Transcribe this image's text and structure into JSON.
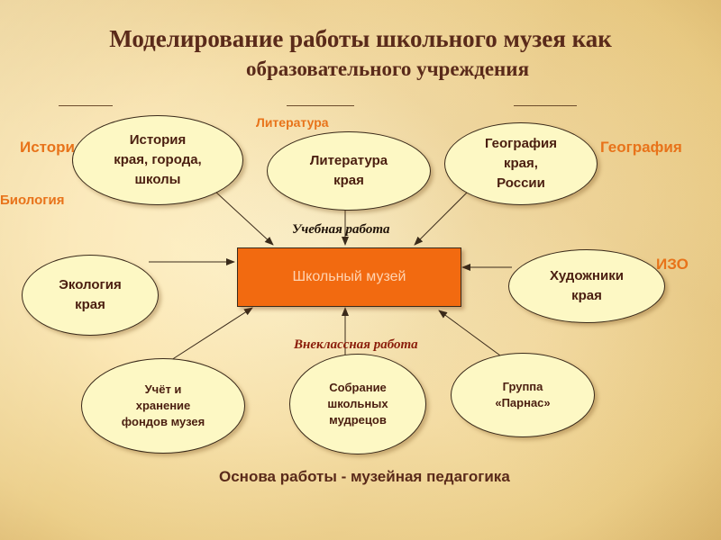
{
  "title": {
    "line1": "Моделирование работы школьного музея как",
    "line2": "образовательного учреждения"
  },
  "subjects": {
    "history": "Истори",
    "literature": "Литература",
    "geography": "География",
    "biology": "Биология",
    "art": "ИЗО"
  },
  "center": {
    "label": "Школьный музей"
  },
  "nodes": {
    "history": "История\nкрая, города,\nшколы",
    "literature": "Литература\nкрая",
    "geography": "География\nкрая,\nРоссии",
    "ecology": "Экология\nкрая",
    "artists": "Художники\nкрая",
    "funds": "Учёт и\nхранение\nфондов музея",
    "sages": "Собрание\nшкольных\nмудрецов",
    "parnas": "Группа\n«Парнас»"
  },
  "labels": {
    "academic": "Учебная работа",
    "extracurricular": "Внеклассная работа"
  },
  "footer": "Основа работы - музейная педагогика",
  "colors": {
    "subject_text": "#e8731a",
    "center_fill": "#f26a10",
    "node_fill": "#fdf8c4",
    "title_text": "#5a2a1a"
  }
}
